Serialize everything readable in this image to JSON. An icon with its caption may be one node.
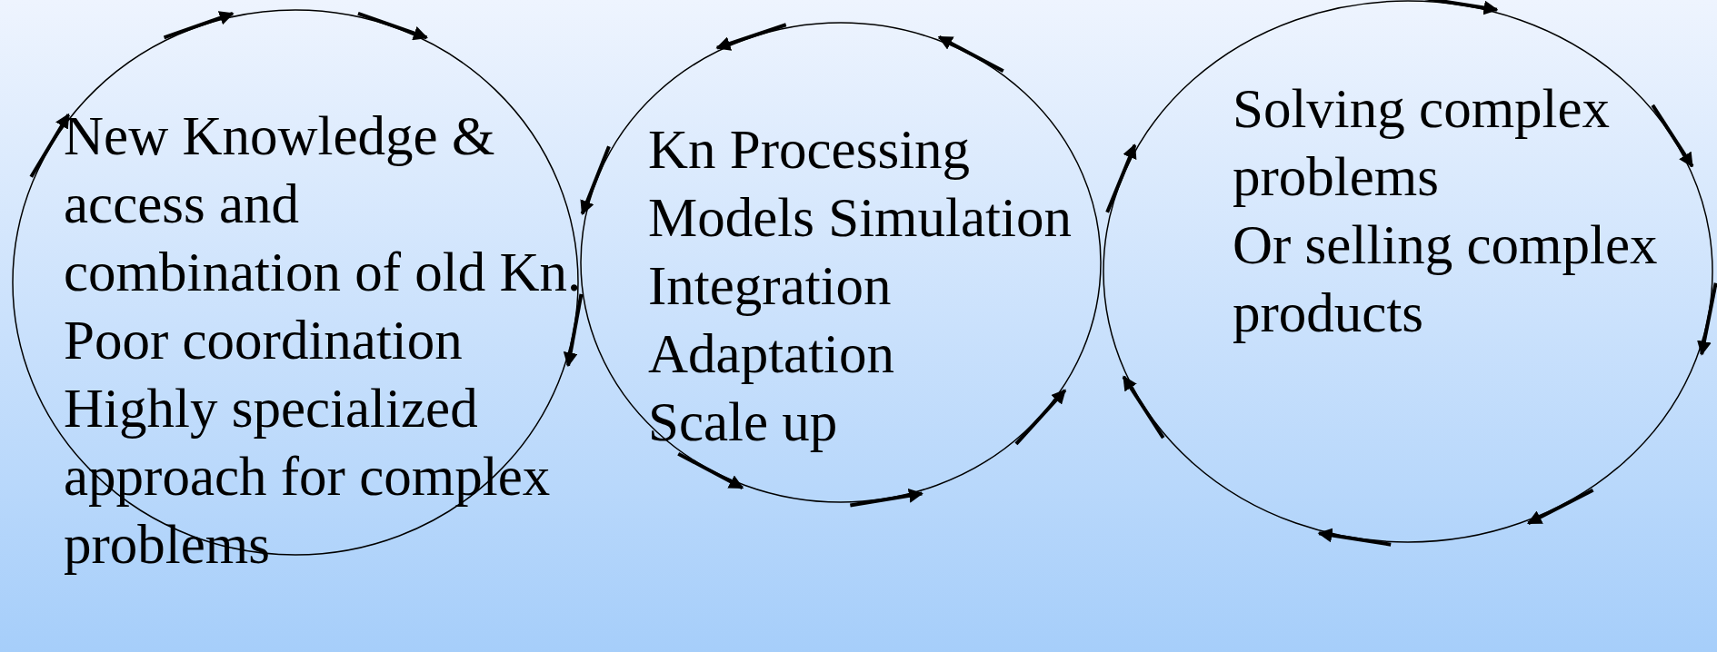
{
  "diagram": {
    "nodes": [
      {
        "text": [
          "New Knowledge & access and combination of old Kn.",
          "Poor coordination",
          "Highly specialized approach for complex problems"
        ]
      },
      {
        "text": [
          "Kn Processing",
          "Models Simulation",
          "Integration",
          "Adaptation",
          "Scale up"
        ]
      },
      {
        "text": [
          "Solving complex problems",
          "Or selling complex products"
        ]
      }
    ]
  }
}
